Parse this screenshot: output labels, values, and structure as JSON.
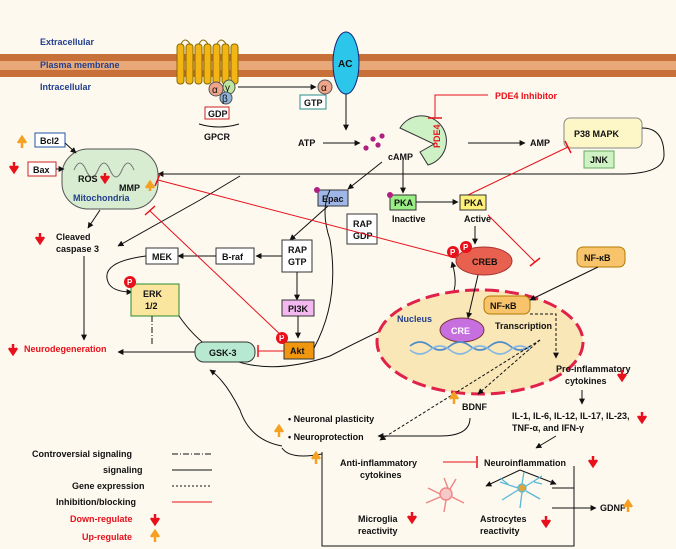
{
  "compartments": {
    "extracellular": "Extracellular",
    "membrane": "Plasma membrane",
    "intracellular": "Intracellular"
  },
  "gpcr": {
    "label": "GPCR",
    "gdp": "GDP",
    "gtp": "GTP",
    "alpha": "α",
    "beta": "β",
    "gamma": "γ"
  },
  "ac": "AC",
  "atp": "ATP",
  "camp": "cAMP",
  "amp": "AMP",
  "pde4": "PDE4",
  "pde4_inhibitor": "PDE4 Inhibitor",
  "p38": "P38 MAPK",
  "jnk": "JNK",
  "epac": "Epac",
  "rap_gdp": [
    "RAP",
    "GDP"
  ],
  "rap_gtp": [
    "RAP",
    "GTP"
  ],
  "pka_inactive": {
    "label": "PKA",
    "state": "Inactive"
  },
  "pka_active": {
    "label": "PKA",
    "state": "Active"
  },
  "bcl2": "Bcl2",
  "bax": "Bax",
  "ros": "ROS",
  "mmp": "MMP",
  "mitochondria": "Mitochondria",
  "cleaved_caspase": [
    "Cleaved",
    "caspase 3"
  ],
  "mek": "MEK",
  "braf": "B-raf",
  "erk": [
    "ERK",
    "1/2"
  ],
  "pi3k": "PI3K",
  "akt": "Akt",
  "gsk3": "GSK-3",
  "p": "P",
  "creb": "CREB",
  "nfkb_cyto": "NF-κB",
  "nfkb_nuc": "NF-κB",
  "nucleus": "Nucleus",
  "cre": "CRE",
  "transcription": "Transcription",
  "neurodegeneration": "Neurodegeneration",
  "proinflam": [
    "Pro-inflammatory",
    "cytokines"
  ],
  "cytokine_list": [
    "IL-1, IL-6, IL-12, IL-17, IL-23,",
    "TNF-α, and IFN-γ"
  ],
  "bdnf": "BDNF",
  "plasticity": [
    "• Neuronal plasticity",
    "• Neuroprotection"
  ],
  "antiinflam": [
    "Anti-inflammatory",
    "cytokines"
  ],
  "neuroinflammation": "Neuroinflammation",
  "microglia": [
    "Microglia",
    "reactivity"
  ],
  "astrocytes": [
    "Astrocytes",
    "reactivity"
  ],
  "gdnf": "GDNF",
  "legend": {
    "controversial": "Controversial signaling",
    "signaling": "signaling",
    "gene_expression": "Gene expression",
    "inhibition": "Inhibition/blocking",
    "down": "Down-regulate",
    "up": "Up-regulate"
  },
  "colors": {
    "red": "#e8101a",
    "orange": "#f5a020",
    "membrane": "#c8703a",
    "ac": "#2cc6ea",
    "nucleus": "#f9e7b8",
    "cre": "#c86fe0",
    "creb": "#e8614f",
    "nfkb": "#f7c36b",
    "pka": "#fff07a",
    "pka_inactive": "#9bee86",
    "epac": "#9fb7e8",
    "pi3k": "#f4b8f0",
    "akt": "#f0970f",
    "gsk3": "#b7e9d0",
    "erk": "#fbe6a0",
    "mito": "#d7ecd0"
  }
}
